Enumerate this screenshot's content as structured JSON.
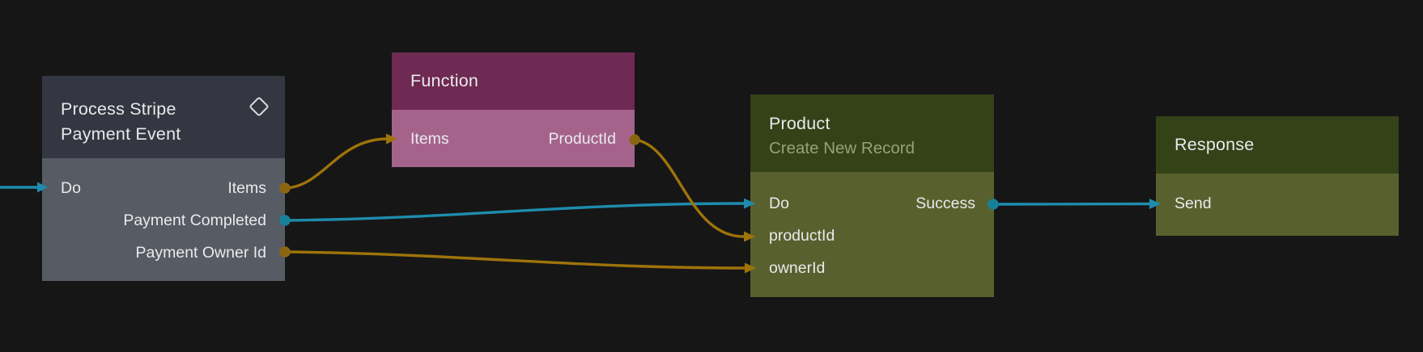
{
  "canvas": {
    "background_color": "#161616"
  },
  "colors": {
    "wire_orange": "#9e730a",
    "wire_teal": "#1e8cad",
    "dot_orange": "#8a6612",
    "dot_teal": "#158098",
    "event_node_header": "#343741",
    "event_node_body": "#575b64",
    "function_node_header": "#6e2a52",
    "function_node_body": "#a5638c",
    "record_node_header": "#344218",
    "record_node_body": "#58612d",
    "node_title_text": "#e8e9ea",
    "node_subtitle_text": "#93a376",
    "port_label_text": "#e9eaec"
  },
  "nodes": {
    "process_stripe_payment_event": {
      "title_line1": "Process Stripe",
      "title_line2": "Payment Event",
      "header_icon": "diamond-icon",
      "ports": {
        "do_input": "Do",
        "items_output": "Items",
        "payment_completed_output": "Payment Completed",
        "payment_owner_id_output": "Payment Owner Id"
      }
    },
    "function": {
      "title": "Function",
      "ports": {
        "items_input": "Items",
        "product_id_output": "ProductId"
      }
    },
    "product": {
      "title": "Product",
      "subtitle": "Create New Record",
      "ports": {
        "do_input": "Do",
        "success_output": "Success",
        "product_id_input": "productId",
        "owner_id_input": "ownerId"
      }
    },
    "response": {
      "title": "Response",
      "ports": {
        "send_input": "Send"
      }
    }
  },
  "connections": [
    {
      "from": "canvas-left-edge",
      "to": "process_stripe_payment_event.Do",
      "color": "teal"
    },
    {
      "from": "process_stripe_payment_event.Items",
      "to": "function.Items",
      "color": "orange"
    },
    {
      "from": "function.ProductId",
      "to": "product.productId",
      "color": "orange"
    },
    {
      "from": "process_stripe_payment_event.Payment Completed",
      "to": "product.Do",
      "color": "teal"
    },
    {
      "from": "process_stripe_payment_event.Payment Owner Id",
      "to": "product.ownerId",
      "color": "orange"
    },
    {
      "from": "product.Success",
      "to": "response.Send",
      "color": "teal"
    }
  ]
}
